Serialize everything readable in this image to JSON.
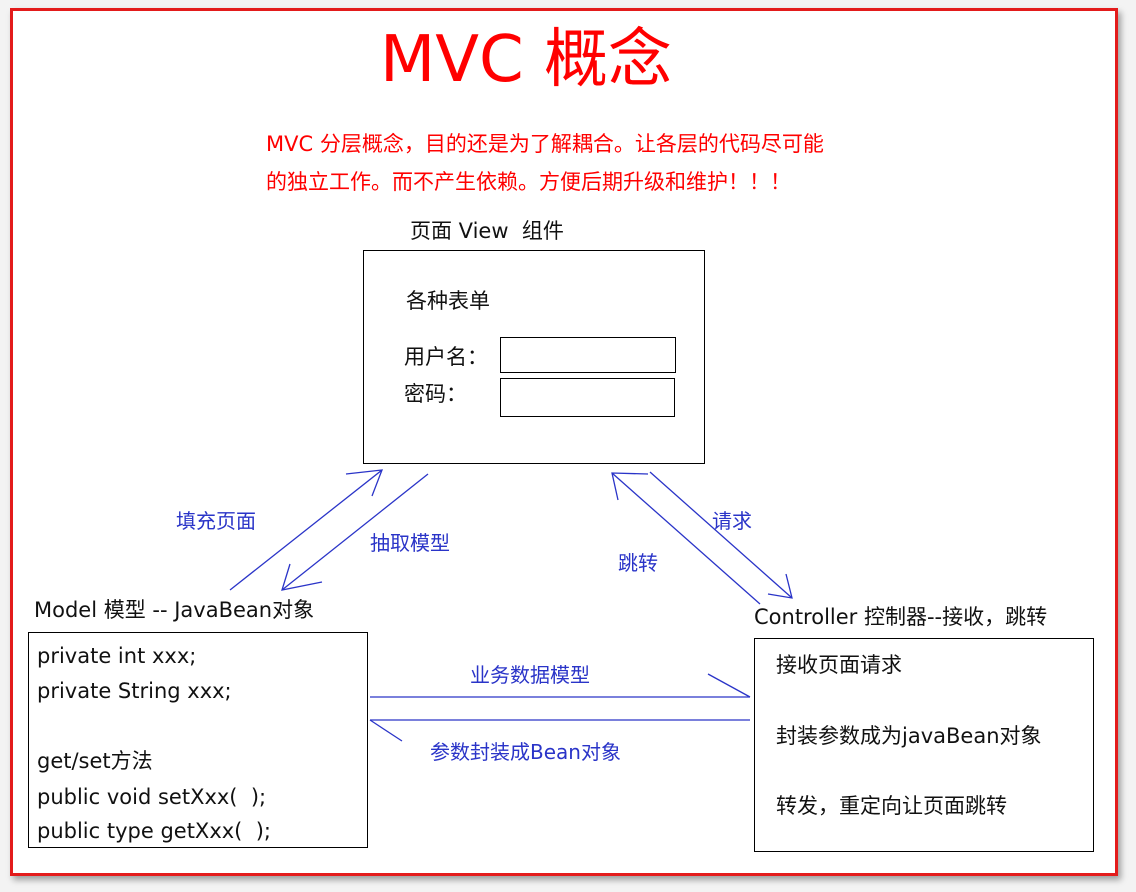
{
  "title": "MVC 概念",
  "subtitle": {
    "line1": "MVC 分层概念，目的还是为了解耦合。让各层的代码尽可能",
    "line2": "的独立工作。而不产生依赖。方便后期升级和维护！！！"
  },
  "view": {
    "heading": "页面 View  组件",
    "form_title": "各种表单",
    "username_label": "用户名：",
    "password_label": "密码："
  },
  "model": {
    "heading": "Model 模型 -- JavaBean对象",
    "lines": [
      "private int xxx;",
      "private String xxx;",
      "",
      "get/set方法",
      "public void setXxx(  );",
      "public type getXxx(  );"
    ]
  },
  "controller": {
    "heading": "Controller 控制器--接收，跳转",
    "lines": [
      "接收页面请求",
      "封装参数成为javaBean对象",
      "转发，重定向让页面跳转"
    ]
  },
  "arrows": {
    "fill_page": "填充页面",
    "extract_model": "抽取模型",
    "redirect": "跳转",
    "request": "请求",
    "business_model": "业务数据模型",
    "bean_encapsulation": "参数封装成Bean对象"
  },
  "colors": {
    "frame": "#e31b1b",
    "title": "#ff0000",
    "arrow": "#2a34c8",
    "text": "#111111"
  }
}
